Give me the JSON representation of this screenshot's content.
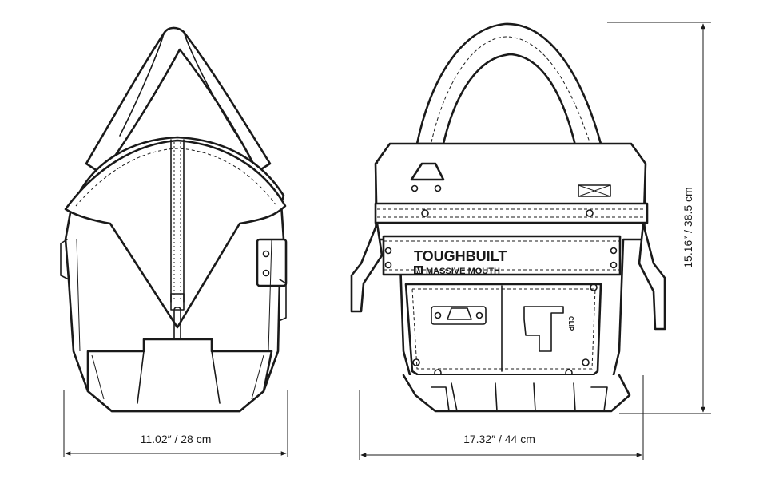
{
  "dimensions": {
    "depth": "11.02″ / 28 cm",
    "width": "17.32″ / 44 cm",
    "height": "15.16″ / 38.5 cm"
  },
  "branding": {
    "brand_name": "TOUGHBUILT",
    "product_name": "MASSIVE MOUTH",
    "product_mark": "M",
    "clip_label": "CLIP"
  },
  "colors": {
    "line": "#1a1a1a",
    "background": "#ffffff"
  }
}
